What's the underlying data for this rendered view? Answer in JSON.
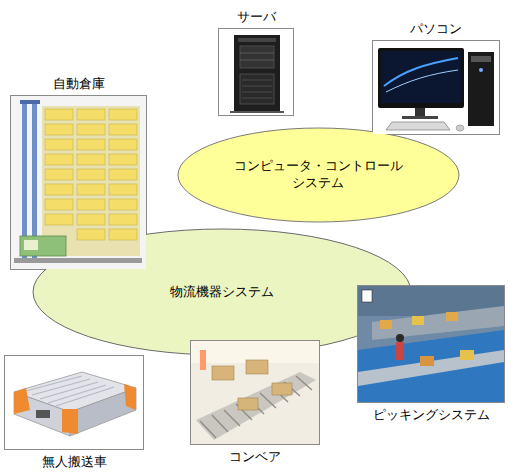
{
  "diagram": {
    "nodes": [
      {
        "text": [
          "サーバ"
        ]
      },
      {
        "text": [
          "パソコン"
        ]
      },
      {
        "text": [
          "自動倉庫"
        ]
      },
      {
        "text": [
          "コンピュータ・コントロール システム"
        ]
      },
      {
        "text": [
          "物流機器システム"
        ]
      },
      {
        "text": [
          "ピッキングシステム"
        ]
      },
      {
        "text": [
          "無人搬送車"
        ]
      },
      {
        "text": [
          "コンベア"
        ]
      }
    ]
  }
}
